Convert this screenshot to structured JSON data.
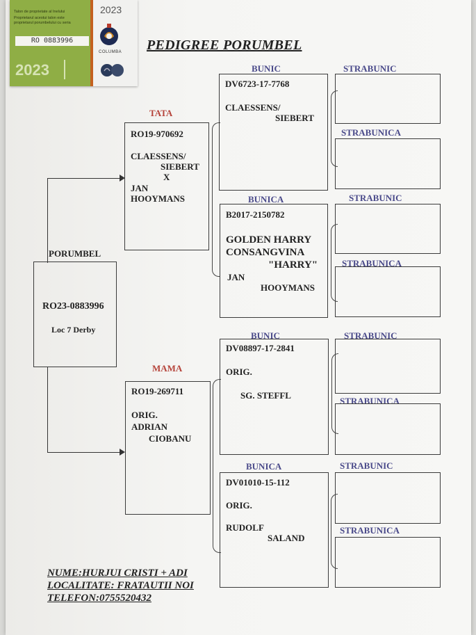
{
  "sticker": {
    "line1": "Talon de proprietate al Inelului",
    "line2": "Proprietarul acestui talon este",
    "line3": "proprietarul porumbelului cu seria",
    "ring": "RO 0883996",
    "year_big": "2023",
    "year_small": "2023",
    "brand": "COLUMBA"
  },
  "title": "PEDIGREE PORUMBEL",
  "porumbel": {
    "label": "PORUMBEL",
    "id": "RO23-0883996",
    "note": "Loc 7 Derby"
  },
  "tata": {
    "label": "TATA",
    "id": "RO19-970692",
    "l1": "CLAESSENS/",
    "l2": "SIEBERT",
    "l3": "X",
    "l4": "JAN",
    "l5": "HOOYMANS"
  },
  "mama": {
    "label": "MAMA",
    "id": "RO19-269711",
    "l1": "ORIG.",
    "l2": "ADRIAN",
    "l3": "CIOBANU"
  },
  "bunic1": {
    "label": "BUNIC",
    "id": "DV6723-17-7768",
    "l1": "CLAESSENS/",
    "l2": "SIEBERT"
  },
  "bunica1": {
    "label": "BUNICA",
    "id": "B2017-2150782",
    "l1": "GOLDEN HARRY",
    "l2": "CONSANGVINA",
    "l3": "\"HARRY\"",
    "l4": "JAN",
    "l5": "HOOYMANS"
  },
  "bunic2": {
    "label": "BUNIC",
    "id": "DV08897-17-2841",
    "l1": "ORIG.",
    "l2": "SG. STEFFL"
  },
  "bunica2": {
    "label": "BUNICA",
    "id": "DV01010-15-112",
    "l1": "ORIG.",
    "l2": "RUDOLF",
    "l3": "SALAND"
  },
  "strabunic": "STRABUNIC",
  "strabunica": "STRABUNICA",
  "footer": {
    "nume": "NUME:HURJUI CRISTI + ADI",
    "localitate": "LOCALITATE: FRATAUTII NOI",
    "telefon": "TELEFON:0755520432"
  }
}
